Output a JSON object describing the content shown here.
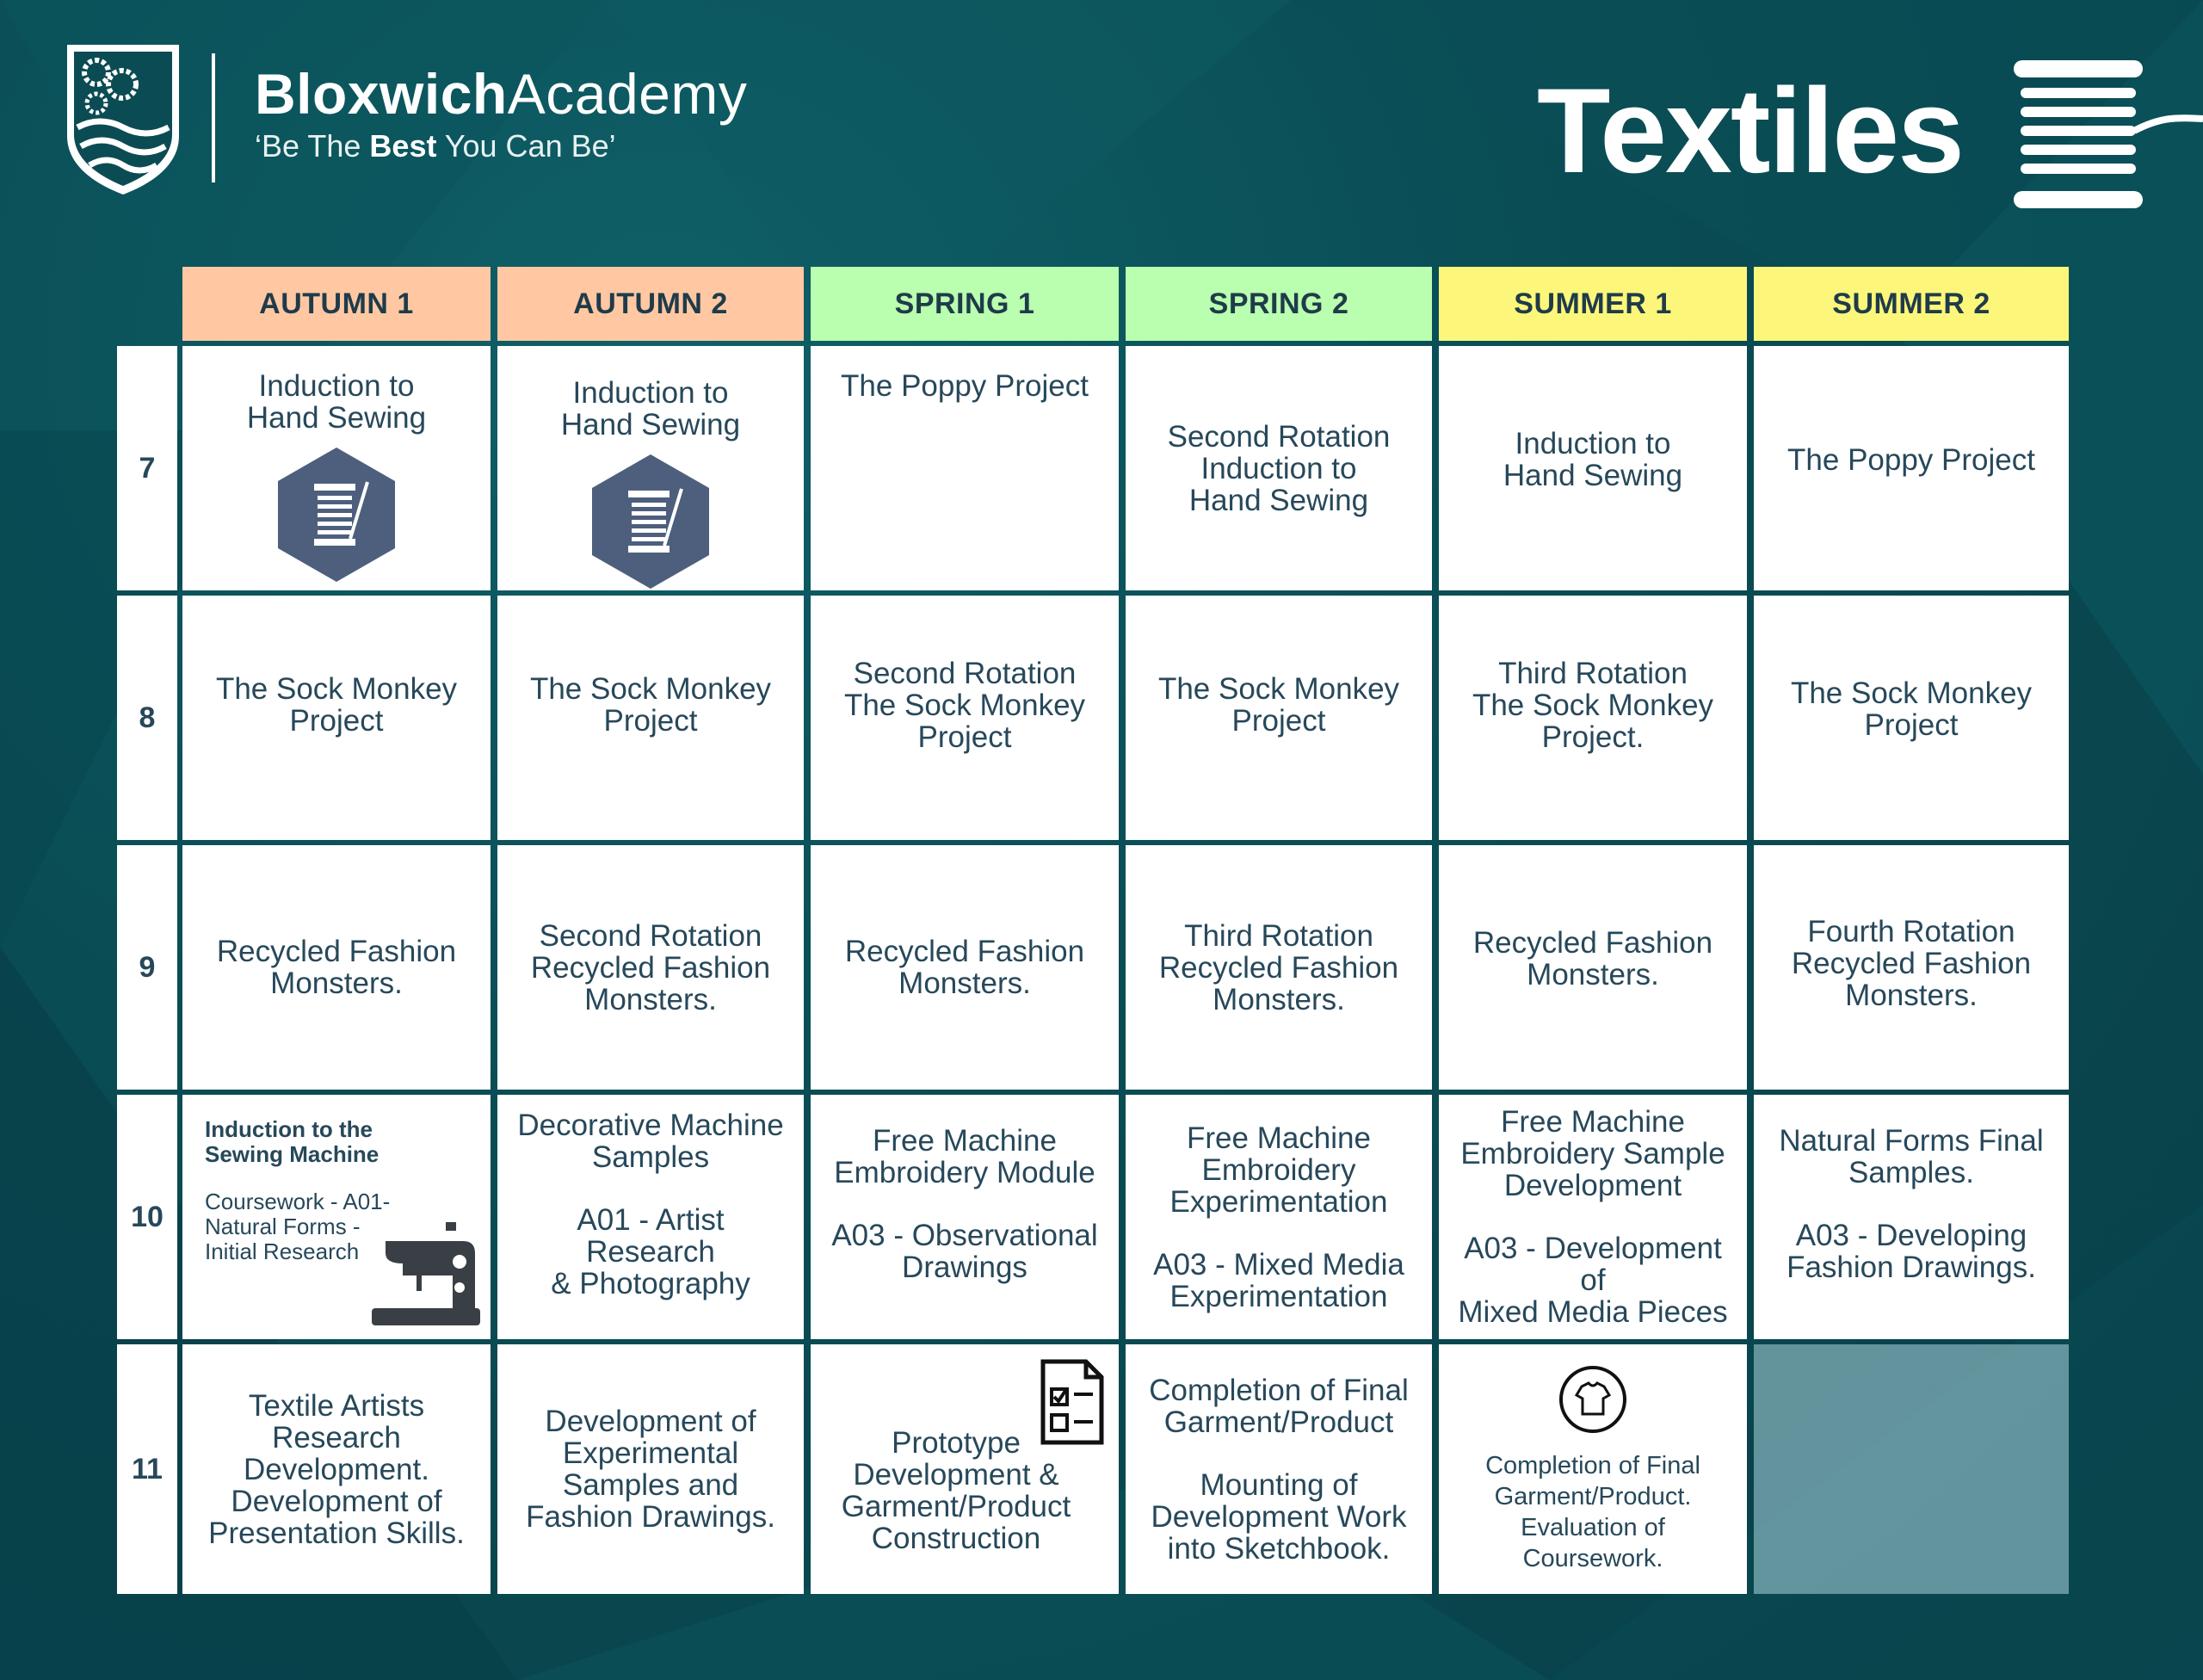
{
  "header": {
    "school_name_bold": "Bloxwich",
    "school_name_light": "Academy",
    "tagline_prefix": "‘Be The ",
    "tagline_bold": "Best",
    "tagline_suffix": " You Can Be’",
    "subject_title": "Textiles"
  },
  "terms": [
    {
      "label": "AUTUMN 1",
      "color": "#ffc8a3"
    },
    {
      "label": "AUTUMN 2",
      "color": "#ffc8a3"
    },
    {
      "label": "SPRING 1",
      "color": "#b9ffaf"
    },
    {
      "label": "SPRING 2",
      "color": "#b9ffaf"
    },
    {
      "label": "SUMMER 1",
      "color": "#fcf77a"
    },
    {
      "label": "SUMMER 2",
      "color": "#fcf77a"
    }
  ],
  "years": [
    "7",
    "8",
    "9",
    "10",
    "11"
  ],
  "rows": {
    "y7": {
      "c1": [
        "Induction to",
        "Hand Sewing"
      ],
      "c2": [
        "Induction to",
        "Hand Sewing"
      ],
      "c3": [
        "The Poppy Project"
      ],
      "c4": [
        "Second Rotation",
        "Induction to",
        "Hand Sewing"
      ],
      "c5": [
        "Induction to",
        "Hand Sewing"
      ],
      "c6": [
        "The Poppy Project"
      ]
    },
    "y8": {
      "c1": [
        "The Sock Monkey",
        "Project"
      ],
      "c2": [
        "The Sock Monkey",
        "Project"
      ],
      "c3": [
        "Second Rotation",
        "The Sock Monkey",
        "Project"
      ],
      "c4": [
        "The Sock Monkey",
        "Project"
      ],
      "c5": [
        "Third Rotation",
        "The Sock Monkey",
        "Project."
      ],
      "c6": [
        "The Sock Monkey",
        "Project"
      ]
    },
    "y9": {
      "c1": [
        "Recycled Fashion",
        "Monsters."
      ],
      "c2": [
        "Second Rotation",
        "Recycled Fashion",
        "Monsters."
      ],
      "c3": [
        "Recycled Fashion",
        "Monsters."
      ],
      "c4": [
        "Third Rotation",
        "Recycled Fashion",
        "Monsters."
      ],
      "c5": [
        "Recycled Fashion",
        "Monsters."
      ],
      "c6": [
        "Fourth Rotation",
        "Recycled Fashion",
        "Monsters."
      ]
    },
    "y10": {
      "c1a": [
        "Induction to the",
        "Sewing Machine"
      ],
      "c1b": [
        "Coursework - A01-",
        "Natural Forms -",
        "Initial Research"
      ],
      "c2a": [
        "Decorative Machine",
        "Samples"
      ],
      "c2b": [
        "A01 - Artist Research",
        "& Photography"
      ],
      "c3a": [
        "Free Machine",
        "Embroidery Module"
      ],
      "c3b": [
        "A03 - Observational",
        "Drawings"
      ],
      "c4a": [
        "Free Machine",
        "Embroidery",
        "Experimentation"
      ],
      "c4b": [
        "A03 - Mixed Media",
        "Experimentation"
      ],
      "c5a": [
        "Free Machine",
        "Embroidery Sample",
        "Development"
      ],
      "c5b": [
        "A03 - Development of",
        "Mixed Media Pieces"
      ],
      "c6a": [
        "Natural Forms Final",
        "Samples."
      ],
      "c6b": [
        "A03 - Developing",
        "Fashion Drawings."
      ]
    },
    "y11": {
      "c1": [
        "Textile Artists",
        "Research",
        "Development.",
        "Development of",
        "Presentation Skills."
      ],
      "c2": [
        "Development of",
        "Experimental",
        "Samples and",
        "Fashion Drawings."
      ],
      "c3": [
        "Prototype",
        "Development &",
        "Garment/Product",
        "Construction"
      ],
      "c4a": [
        "Completion of Final",
        "Garment/Product"
      ],
      "c4b": [
        "Mounting of",
        "Development Work",
        "into Sketchbook."
      ],
      "c5": [
        "Completion of Final",
        "Garment/Product.",
        "Evaluation of",
        "Coursework."
      ]
    }
  }
}
